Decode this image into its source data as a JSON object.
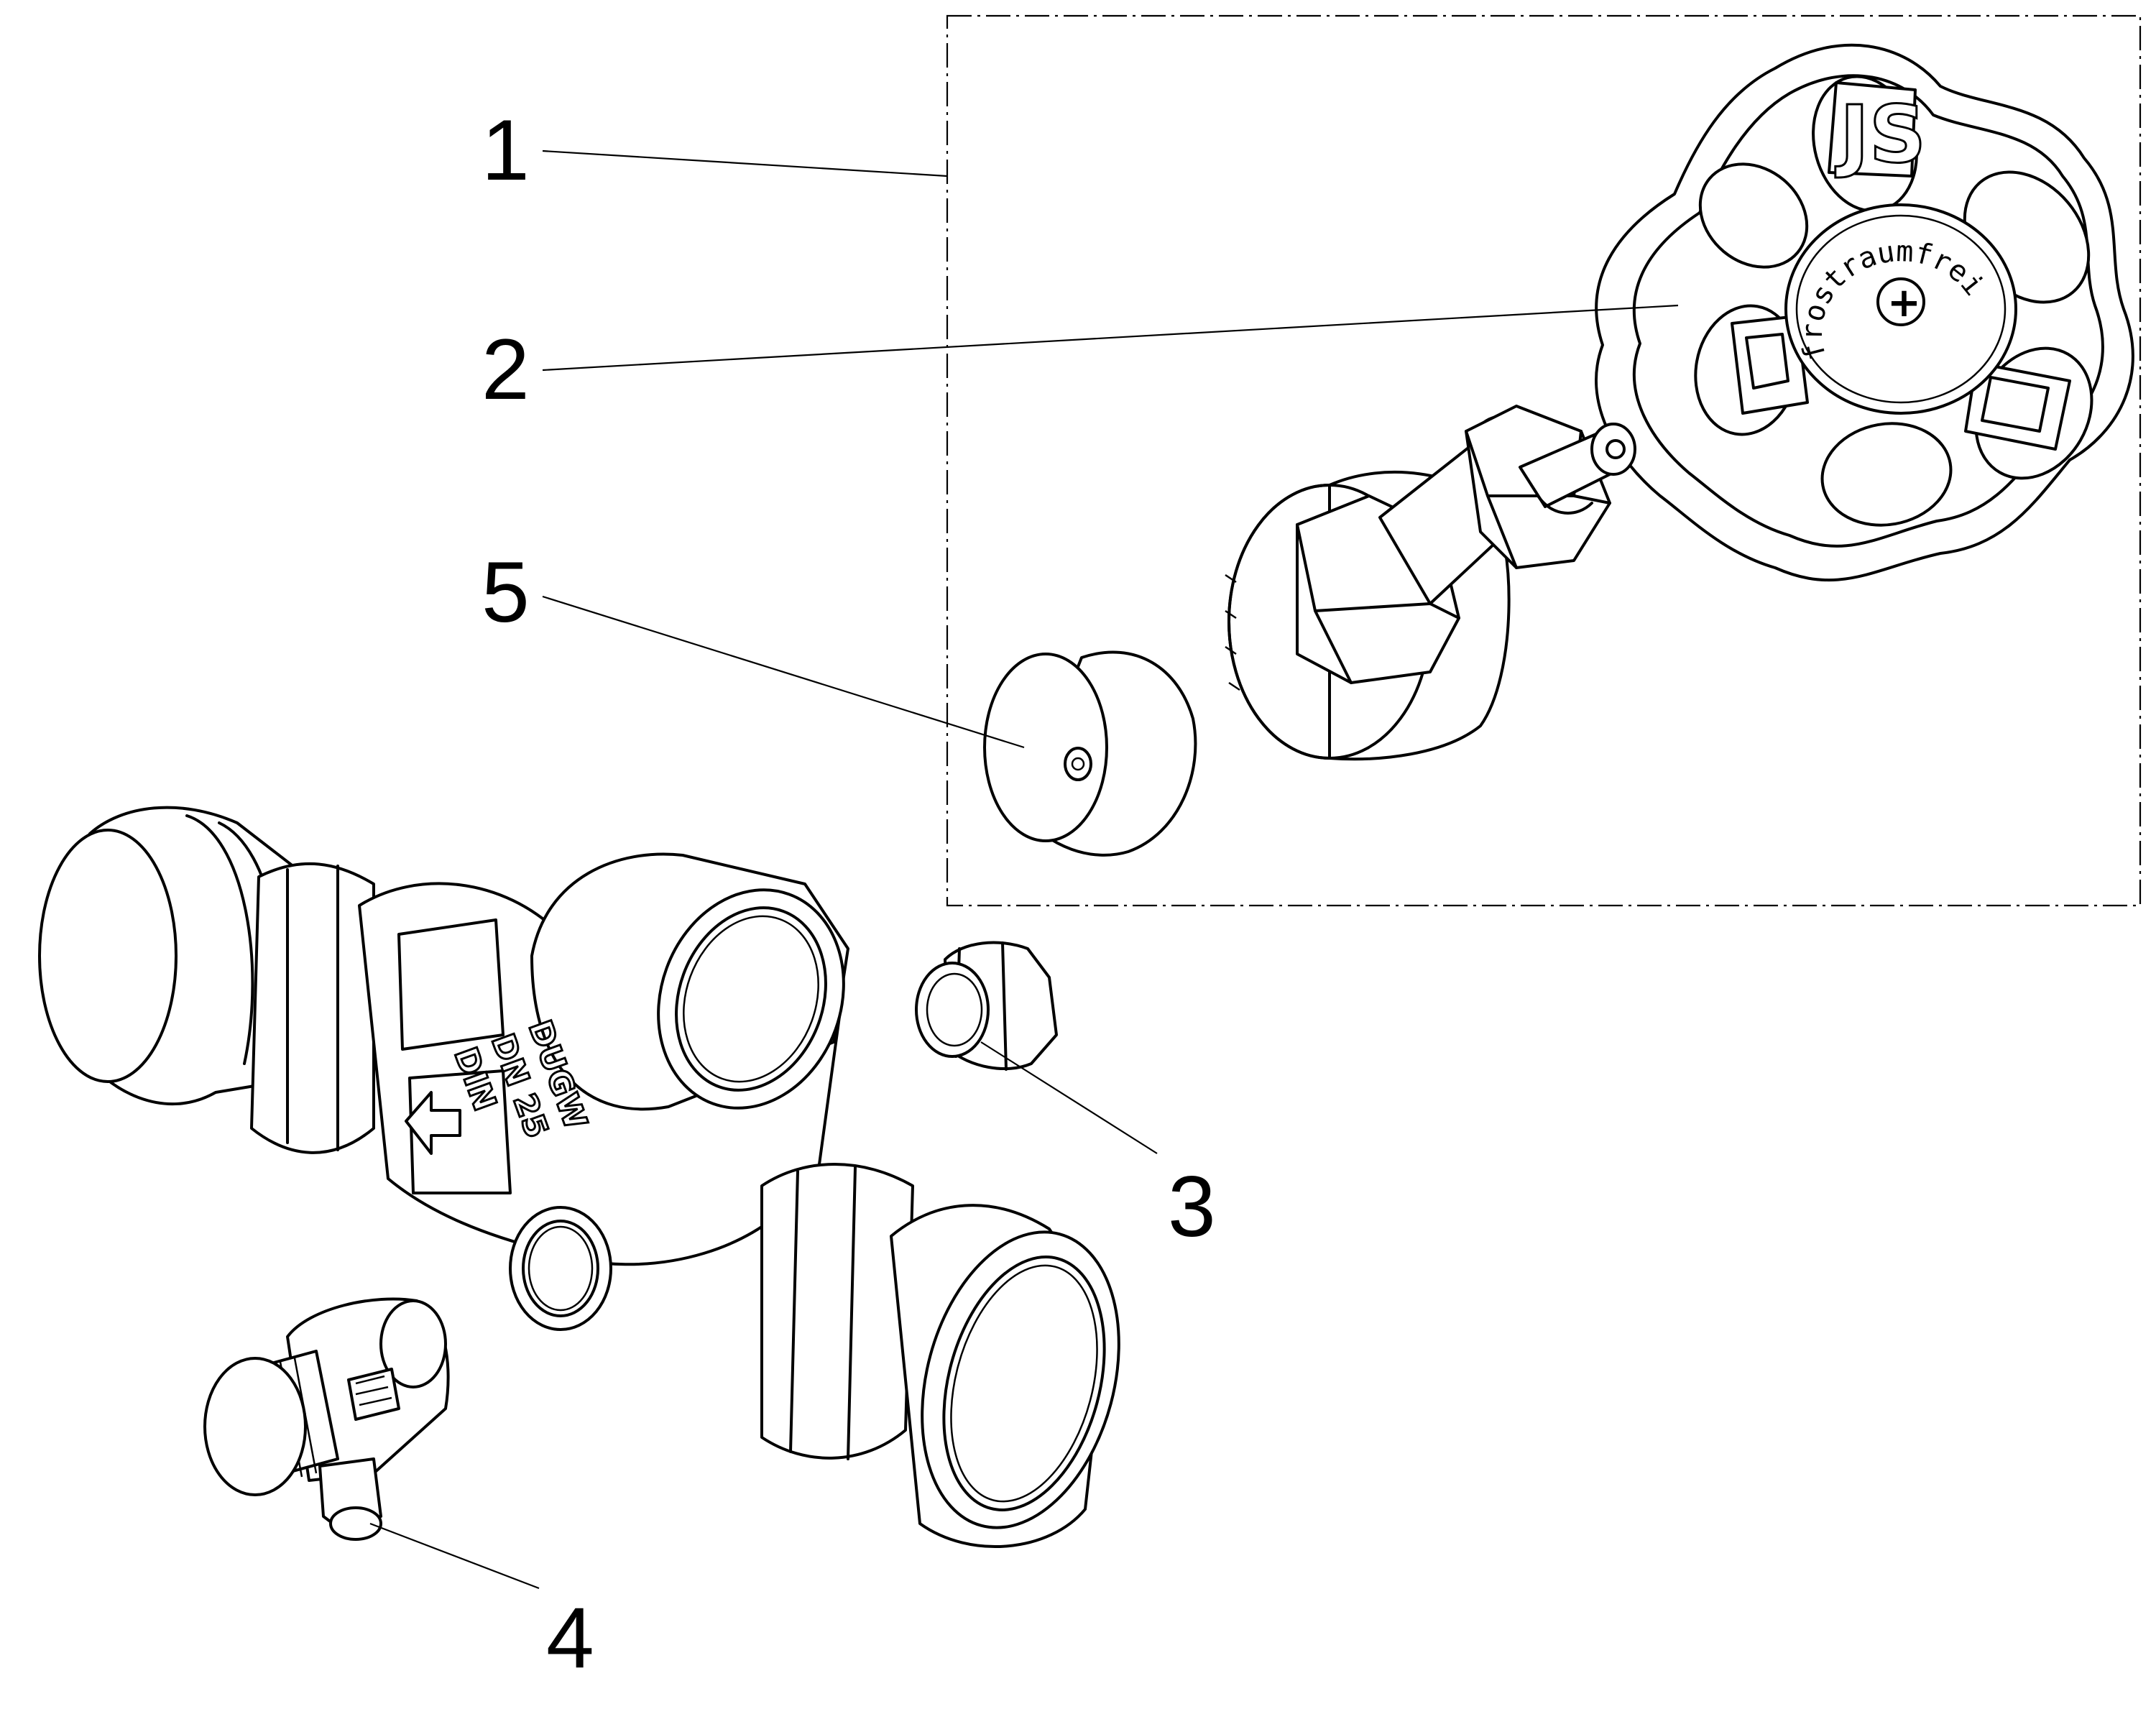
{
  "callouts": [
    {
      "id": "1",
      "label": "1"
    },
    {
      "id": "2",
      "label": "2"
    },
    {
      "id": "3",
      "label": "3"
    },
    {
      "id": "4",
      "label": "4"
    },
    {
      "id": "5",
      "label": "5"
    }
  ],
  "handwheel": {
    "ring_text": "frostraumfrei",
    "center_mark": "+",
    "logo_text": "JS"
  },
  "valve_body": {
    "marking_lines": [
      "DUGW",
      "DN 25",
      "DIN"
    ]
  }
}
